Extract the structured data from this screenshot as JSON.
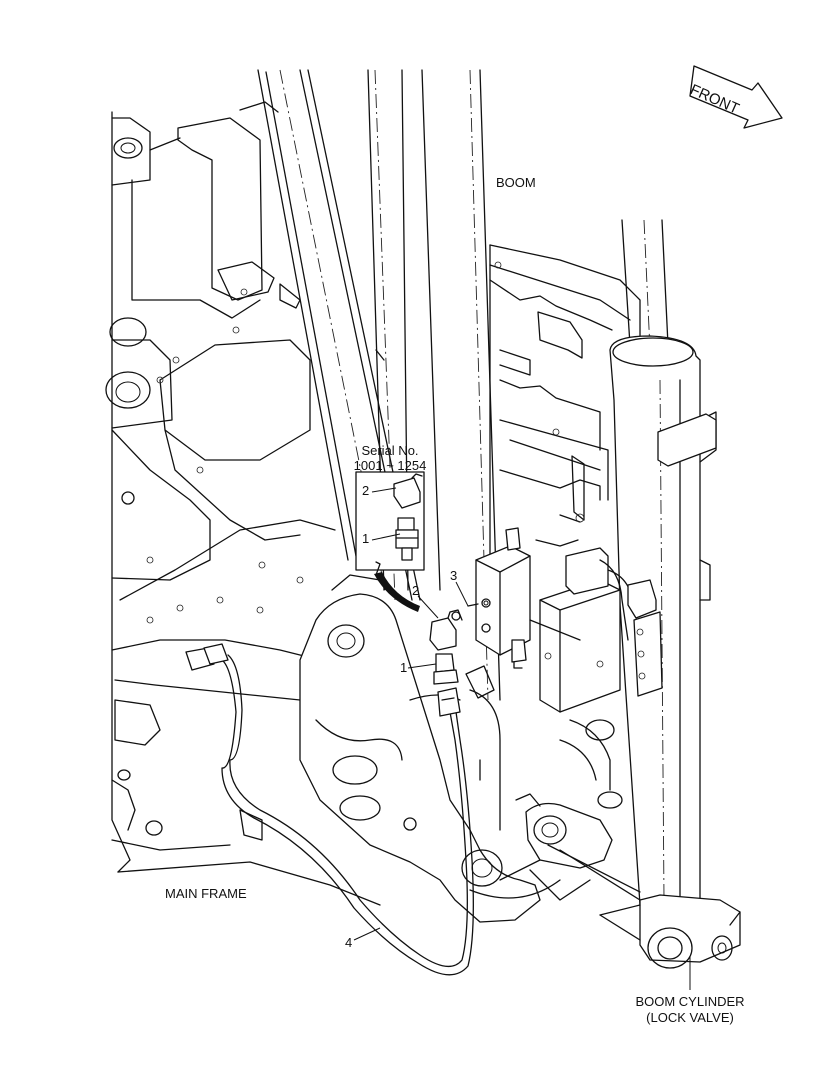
{
  "labels": {
    "front": "FRONT",
    "boom": "BOOM",
    "serial_title": "Serial No.",
    "serial_range": "1001 ~ 1254",
    "main_frame": "MAIN FRAME",
    "boom_cylinder_line1": "BOOM CYLINDER",
    "boom_cylinder_line2": "(LOCK VALVE)"
  },
  "callouts": {
    "inset_part2": "2",
    "inset_part1": "1",
    "part2": "2",
    "part3": "3",
    "part1": "1",
    "part4": "4"
  }
}
